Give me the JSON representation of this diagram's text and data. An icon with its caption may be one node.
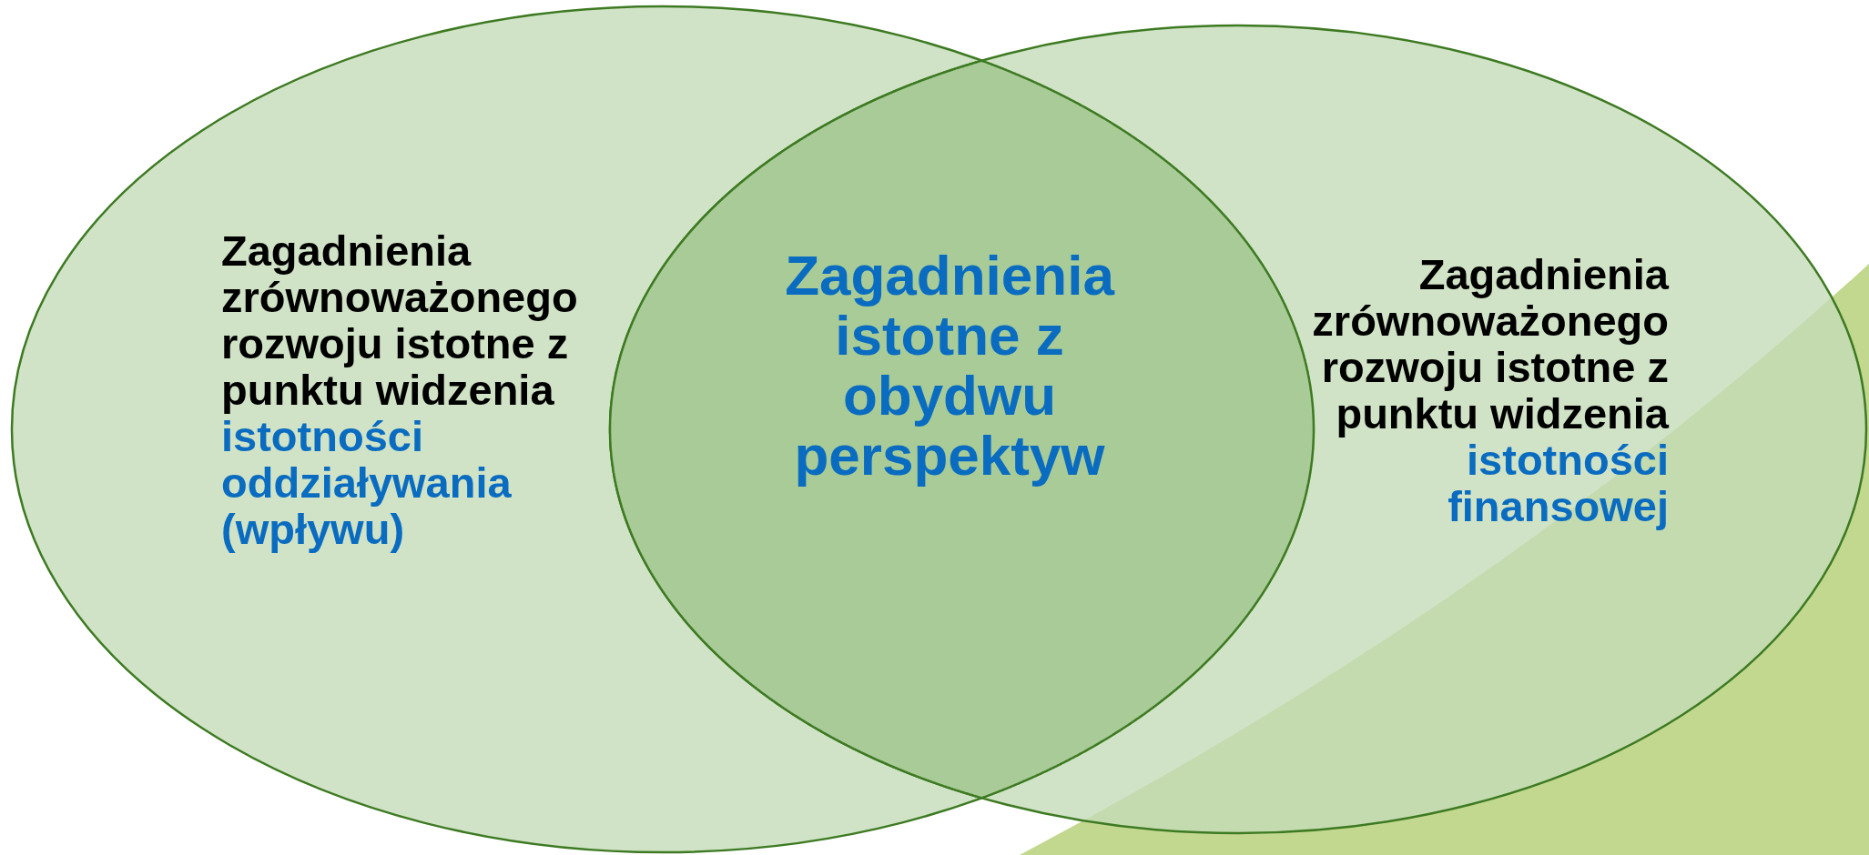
{
  "diagram": {
    "nodes": [
      {
        "text": [
          "Zagadnienia zrównoważonego rozwoju istotne z punktu widzenia",
          "istotności oddziaływania (wpływu)"
        ]
      },
      {
        "text": [
          "Zagadnienia zrównoważonego rozwoju istotne z punktu widzenia",
          "istotności finansowej"
        ]
      },
      {
        "text": [
          "Zagadnienia istotne z obydwu perspektyw"
        ]
      }
    ],
    "edges": []
  }
}
